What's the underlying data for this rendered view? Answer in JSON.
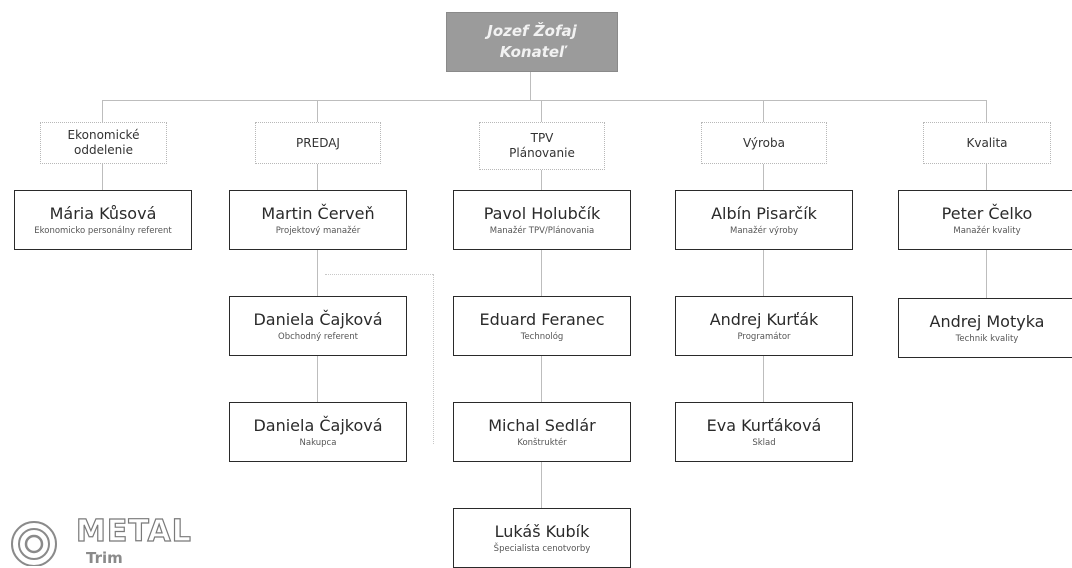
{
  "root": {
    "name": "Jozef Žofaj",
    "title": "Konateľ"
  },
  "departments": [
    {
      "label_lines": [
        "Ekonomické",
        "oddelenie"
      ]
    },
    {
      "label_lines": [
        "PREDAJ"
      ]
    },
    {
      "label_lines": [
        "TPV",
        "Plánovanie"
      ]
    },
    {
      "label_lines": [
        "Výroba"
      ]
    },
    {
      "label_lines": [
        "Kvalita"
      ]
    }
  ],
  "people": {
    "ekonomicke": [
      {
        "name": "Mária Kůsová",
        "role": "Ekonomicko personálny referent"
      }
    ],
    "predaj": [
      {
        "name": "Martin Červeň",
        "role": "Projektový manažér"
      },
      {
        "name": "Daniela Čajková",
        "role": "Obchodný referent"
      },
      {
        "name": "Daniela Čajková",
        "role": "Nakupca"
      }
    ],
    "tpv": [
      {
        "name": "Pavol Holubčík",
        "role": "Manažér TPV/Plánovania"
      },
      {
        "name": "Eduard Feranec",
        "role": "Technológ"
      },
      {
        "name": "Michal Sedlár",
        "role": "Konštruktér"
      },
      {
        "name": "Lukáš Kubík",
        "role": "Špecialista cenotvorby"
      }
    ],
    "vyroba": [
      {
        "name": "Albín Pisarčík",
        "role": "Manažér výroby"
      },
      {
        "name": "Andrej Kurťák",
        "role": "Programátor"
      },
      {
        "name": "Eva Kurťáková",
        "role": "Sklad"
      }
    ],
    "kvalita": [
      {
        "name": "Peter Čelko",
        "role": "Manažér kvality"
      },
      {
        "name": "Andrej Motyka",
        "role": "Technik kvality"
      }
    ]
  },
  "logo": {
    "brand": "METAL",
    "sub": "Trim"
  }
}
